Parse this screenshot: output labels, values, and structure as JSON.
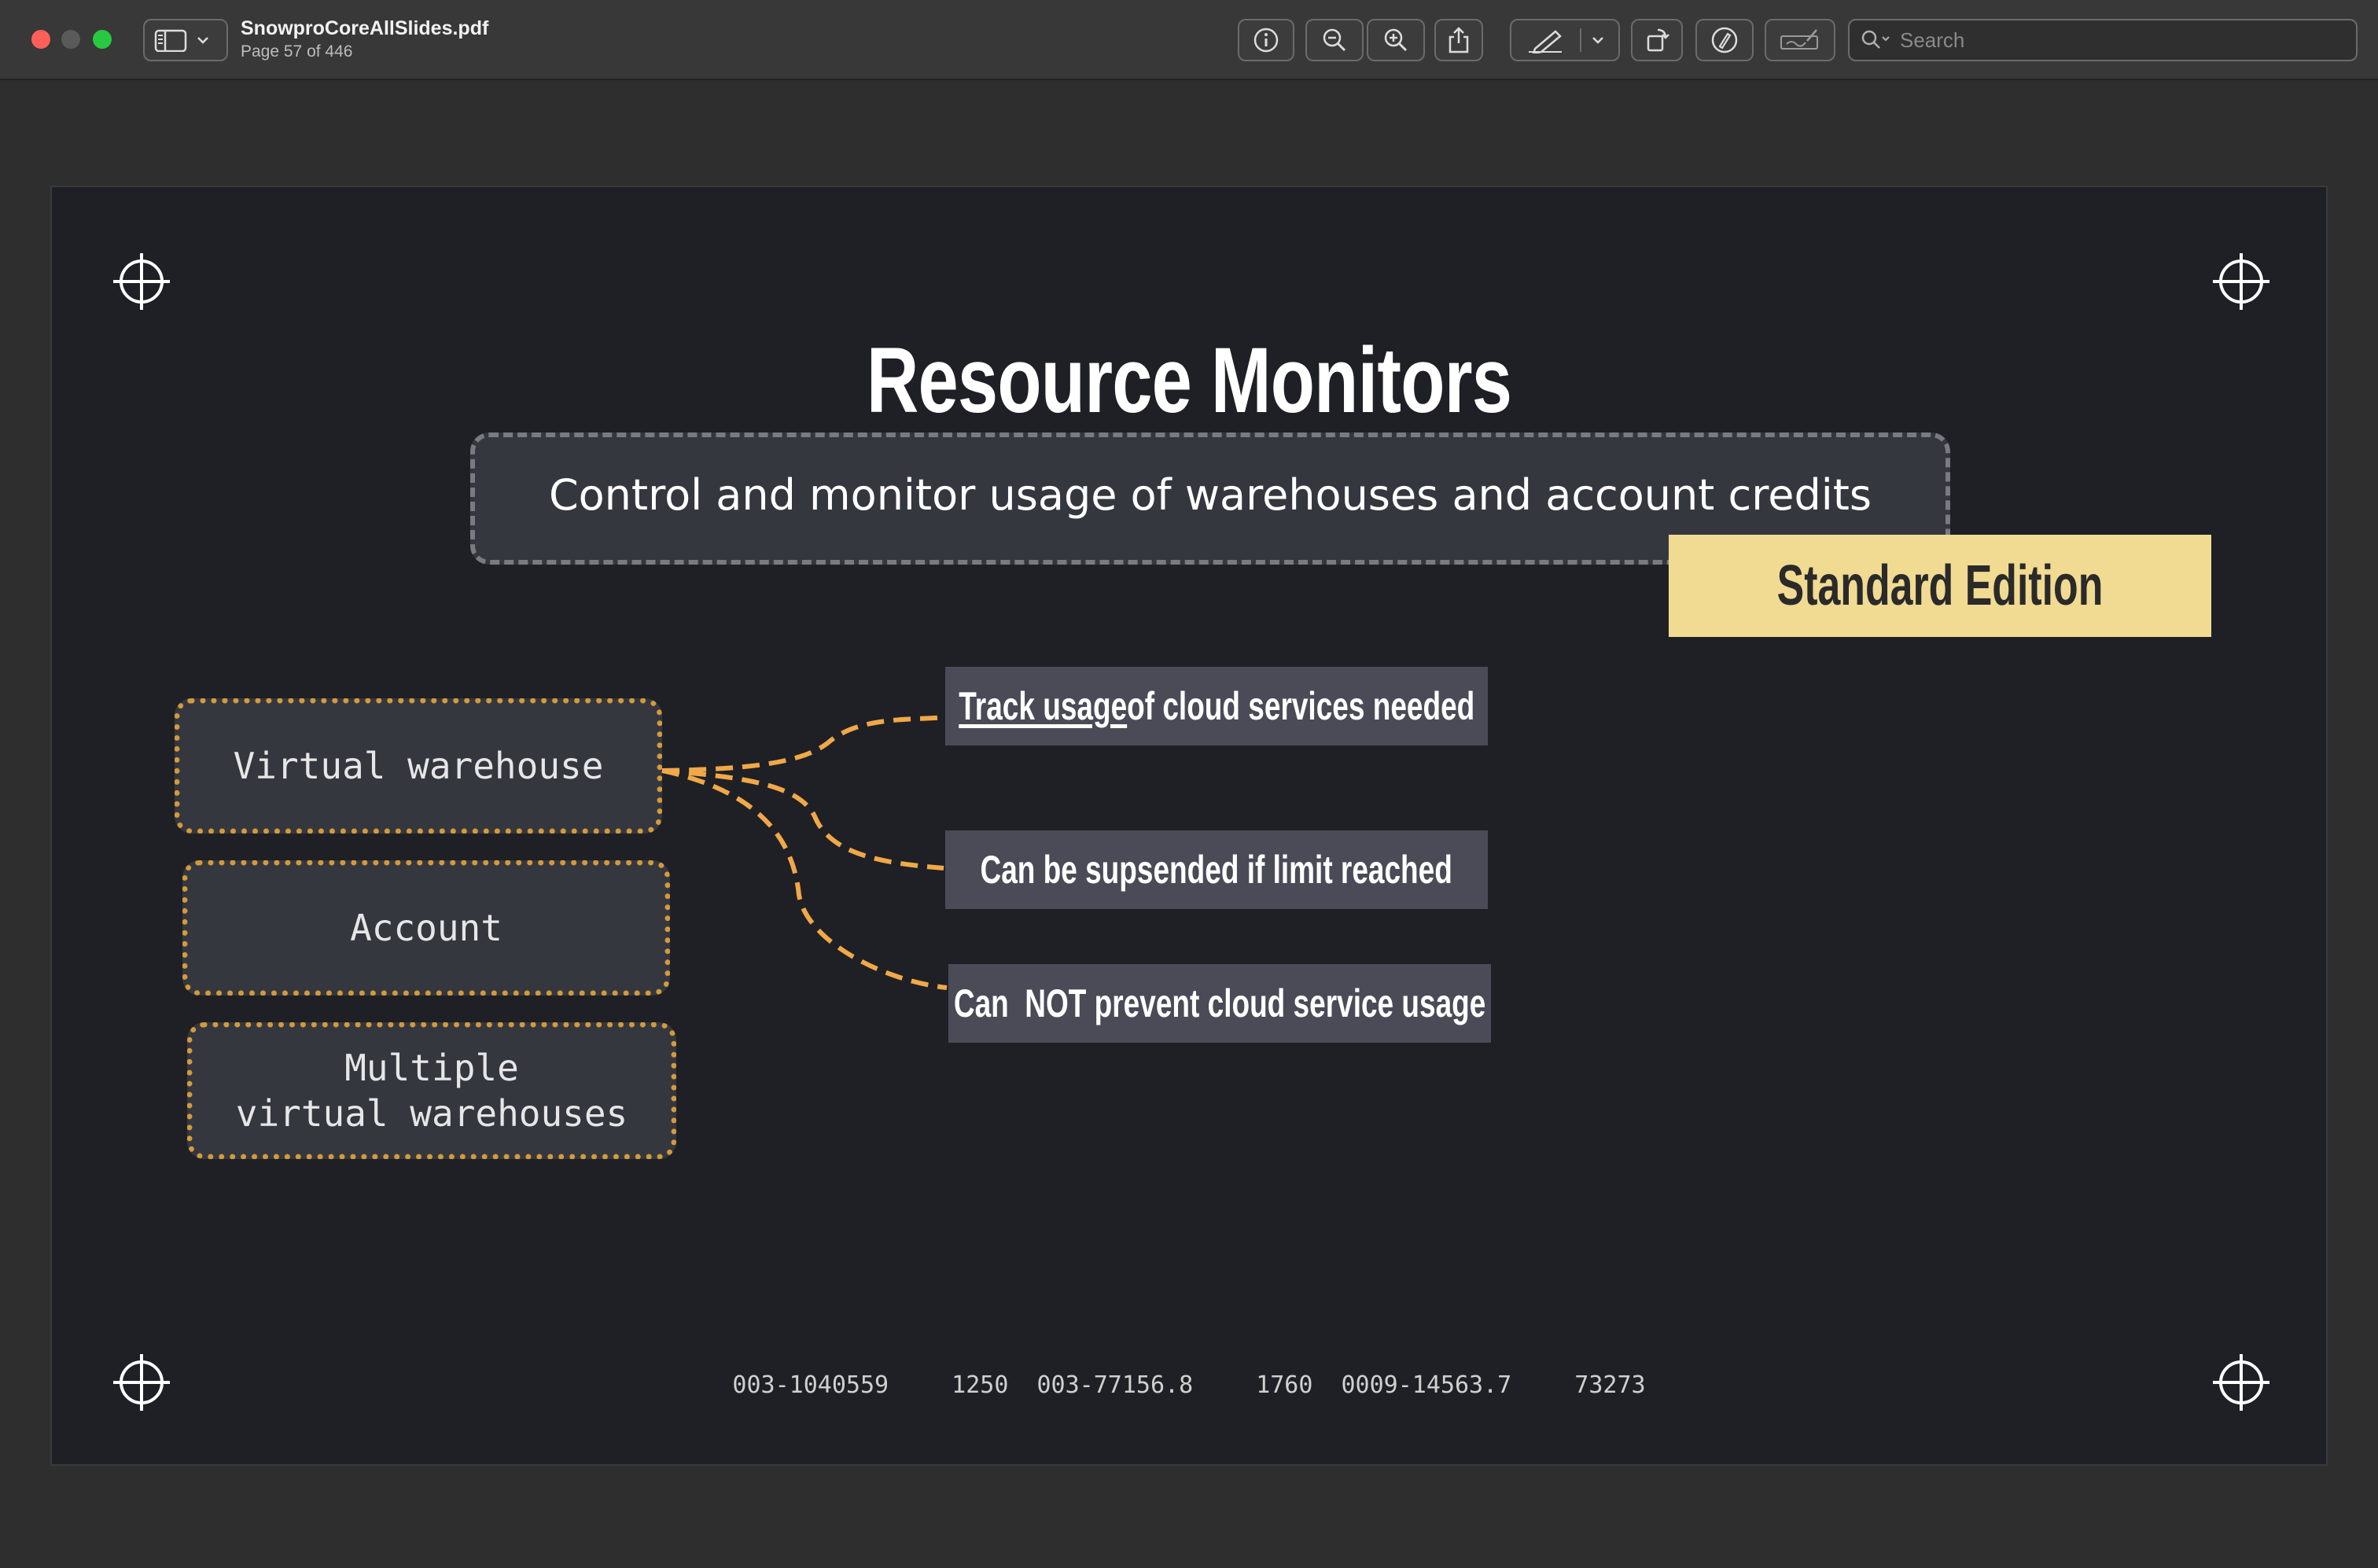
{
  "window": {
    "document_name": "SnowproCoreAllSlides.pdf",
    "page_indicator": "Page 57 of 446"
  },
  "toolbar": {
    "buttons": [
      {
        "name": "sidebar-toggle-button",
        "icon": "sidebar-icon"
      },
      {
        "name": "info-button",
        "icon": "info-icon"
      },
      {
        "name": "zoom-out-button",
        "icon": "zoom-out-icon"
      },
      {
        "name": "zoom-in-button",
        "icon": "zoom-in-icon"
      },
      {
        "name": "share-button",
        "icon": "share-icon"
      },
      {
        "name": "markup-button",
        "icon": "pen-icon"
      },
      {
        "name": "rotate-button",
        "icon": "rotate-icon"
      },
      {
        "name": "annotate-button",
        "icon": "markup-circle-icon"
      },
      {
        "name": "signature-button",
        "icon": "signature-icon"
      }
    ],
    "search_placeholder": "Search"
  },
  "slide": {
    "title": "Resource Monitors",
    "subtitle": "Control and monitor usage of warehouses and account credits",
    "badge": "Standard Edition",
    "scopes": [
      "Virtual warehouse",
      "Account",
      "Multiple",
      "virtual warehouses"
    ],
    "features": {
      "track_underlined": "Track usage",
      "track_rest": " of cloud services needed",
      "suspend": "Can be supsended if limit reached",
      "prevent": "Can  NOT prevent cloud service usage"
    },
    "footer_codes": [
      "003-1040559",
      "1250 003-77156.8",
      "1760 0009-14563.7",
      "73273"
    ]
  },
  "colors": {
    "slide_bg": "#1f2025",
    "box_bg": "#35373f",
    "accent_orange": "#d39a3c",
    "connector_orange": "#f0a848",
    "badge_yellow": "#f1db92",
    "feature_bg": "#4a4b57"
  }
}
